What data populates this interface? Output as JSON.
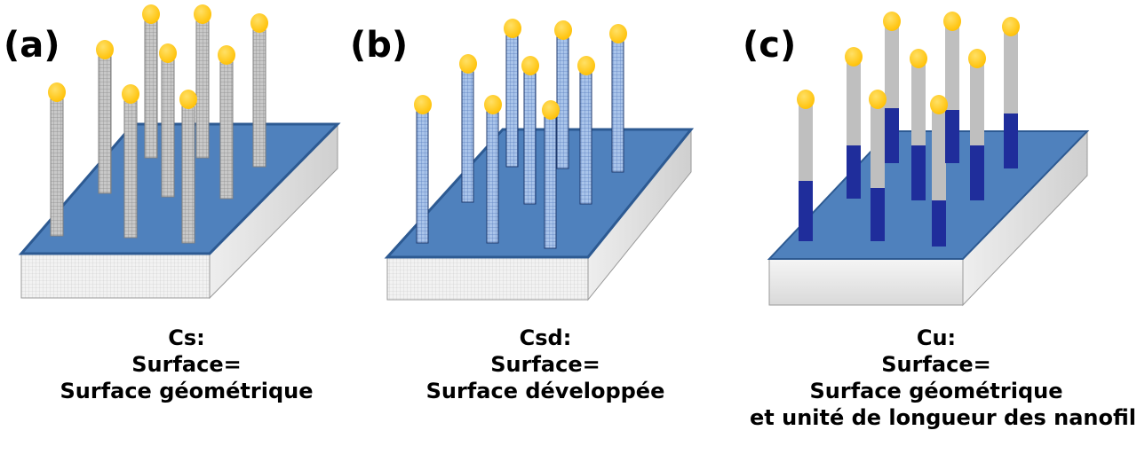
{
  "panels": [
    {
      "label": "(a)",
      "caption": [
        "Cs:",
        "Surface=",
        "Surface géométrique"
      ]
    },
    {
      "label": "(b)",
      "caption": [
        "Csd:",
        "Surface=",
        "Surface développée"
      ]
    },
    {
      "label": "(c)",
      "caption": [
        "Cu:",
        "Surface=",
        "Surface géométrique",
        "et unité de longueur des nanofils"
      ]
    }
  ],
  "colors": {
    "substrate_top": "#4f81bd",
    "substrate_edge": "#2d5a92",
    "substrate_side": "#e8e8e8",
    "wire_grey": "#bfbfbf",
    "wire_blue_mesh": "#8fb3e0",
    "wire_dark_blue": "#1f2d9b",
    "gold_tip": "#ffc000"
  }
}
